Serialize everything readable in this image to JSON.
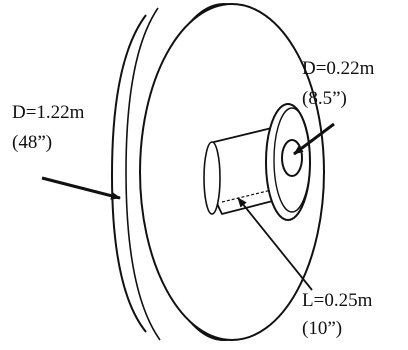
{
  "figure": {
    "outer_disk": {
      "diameter_label": "D=1.22m",
      "diameter_imperial_label": "(48”)"
    },
    "inner_opening": {
      "diameter_label": "D=0.22m",
      "diameter_imperial_label": "(8.5”)"
    },
    "tube": {
      "length_label": "L=0.25m",
      "length_imperial_label": "(10”)"
    }
  },
  "colors": {
    "line": "#111111",
    "background": "#ffffff"
  }
}
